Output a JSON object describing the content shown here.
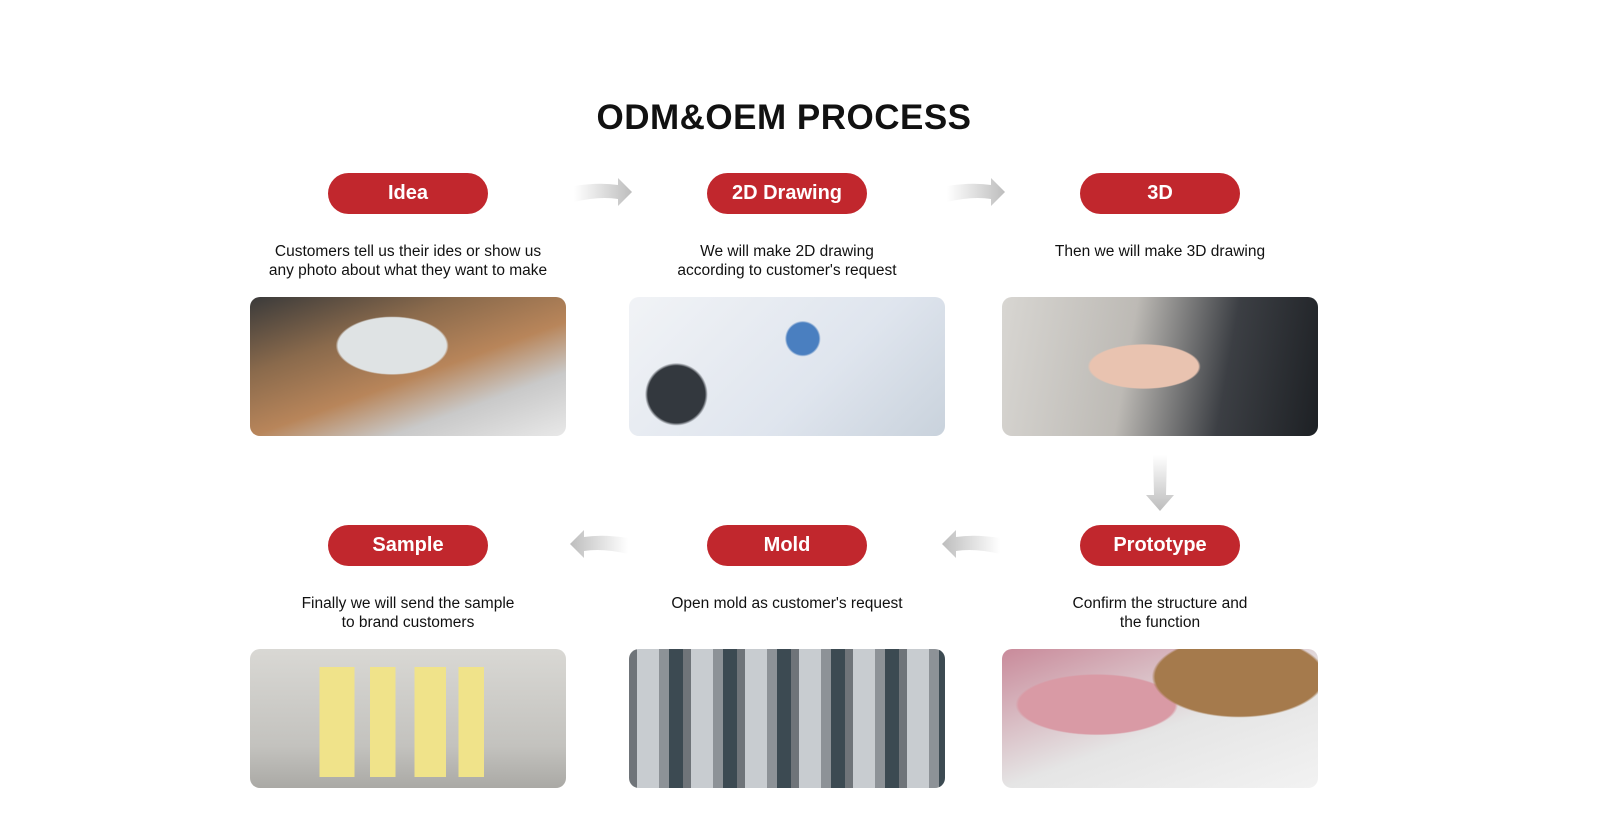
{
  "title": "ODM&OEM PROCESS",
  "steps": [
    {
      "label": "Idea",
      "desc1": "Customers tell us their ides or show us",
      "desc2": "any photo about what they want to make",
      "photo": "laptop-on-desk-photo"
    },
    {
      "label": "2D Drawing",
      "desc1": "We will make 2D drawing",
      "desc2": "according to customer's request",
      "photo": "sketch-drawing-photo"
    },
    {
      "label": "3D",
      "desc1": "Then we will make 3D drawing",
      "desc2": "",
      "photo": "typing-laptop-photo"
    },
    {
      "label": "Prototype",
      "desc1": "Confirm the structure and",
      "desc2": "the function",
      "photo": "prototype-measuring-photo"
    },
    {
      "label": "Mold",
      "desc1": "Open mold as customer's request",
      "desc2": "",
      "photo": "metal-molds-photo"
    },
    {
      "label": "Sample",
      "desc1": "Finally we will send the sample",
      "desc2": "to brand customers",
      "photo": "yellow-tumblers-photo"
    }
  ],
  "colors": {
    "accent": "#c1272d",
    "arrow": "#bdbdbd"
  }
}
